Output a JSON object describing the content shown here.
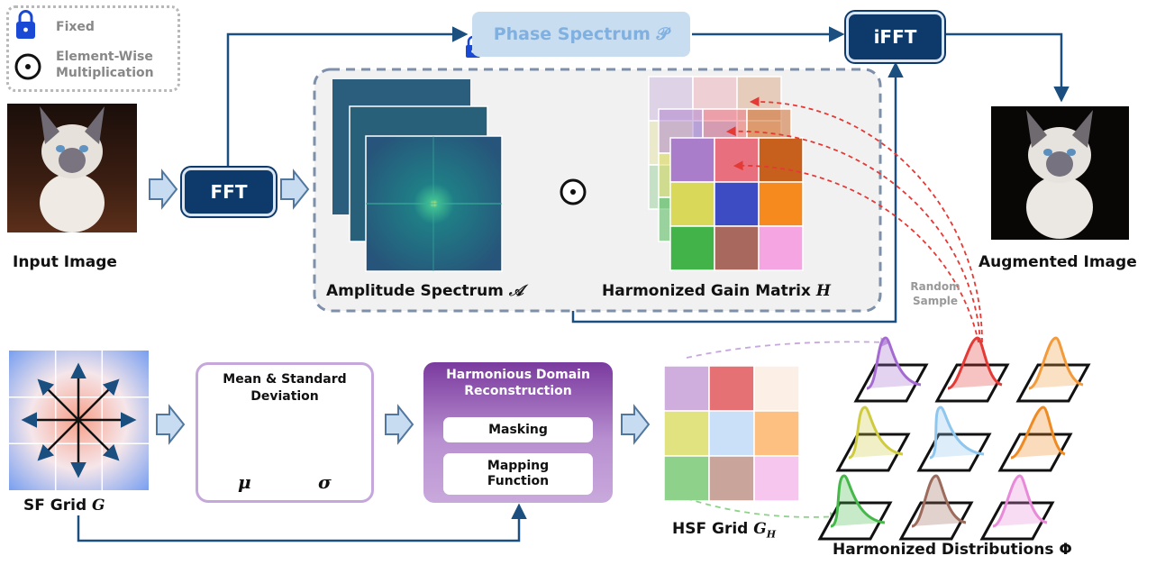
{
  "legend": {
    "fixed_label": "Fixed",
    "mult_label_1": "Element-Wise",
    "mult_label_2": "Multiplication"
  },
  "blocks": {
    "phase_label": "Phase Spectrum 𝒫",
    "fft_label": "FFT",
    "ifft_label": "iFFT",
    "amplitude_label": "Amplitude Spectrum",
    "amplitude_symbol": "𝒜",
    "gain_label": "Harmonized Gain Matrix",
    "gain_symbol": "H",
    "input_label": "Input Image",
    "augmented_label": "Augmented Image",
    "random_sample_1": "Random",
    "random_sample_2": "Sample",
    "sf_grid_label": "SF Grid",
    "sf_grid_symbol": "G",
    "mean_std_1": "Mean & Standard",
    "mean_std_2": "Deviation",
    "mu": "μ",
    "sigma": "σ",
    "hdr_title_1": "Harmonious Domain",
    "hdr_title_2": "Reconstruction",
    "masking": "Masking",
    "mapping_1": "Mapping",
    "mapping_2": "Function",
    "hsf_label": "HSF Grid",
    "hsf_symbol": "G",
    "hsf_sub": "H",
    "distributions_label": "Harmonized Distributions Φ"
  },
  "colors": {
    "navy": "#0d3a6b",
    "arrow_line": "#1a4f80",
    "phase_fill": "#c9ddf1",
    "panel_fill": "#f1f1f1",
    "hdr_purple": "#7a3a9e",
    "random_red": "#e53935"
  },
  "gain_matrix_colors": [
    [
      "#a97dc9",
      "#e8707e",
      "#c8601d"
    ],
    [
      "#d9d858",
      "#3d4cc2",
      "#f78a1f"
    ],
    [
      "#41b349",
      "#a8685e",
      "#f4a5e2"
    ]
  ],
  "hsf_grid_colors": [
    [
      "#cfaede",
      "#e67174",
      "#fcefe6"
    ],
    [
      "#e1e280",
      "#c9e0f8",
      "#fdc080"
    ],
    [
      "#8ed18a",
      "#c9a49a",
      "#f6c6ee"
    ]
  ],
  "distribution_colors": [
    [
      "#a46ad1",
      "#e53935",
      "#f39a3a"
    ],
    [
      "#cfcb3f",
      "#8fc6ee",
      "#ef8a23"
    ],
    [
      "#45b84a",
      "#9c6b5b",
      "#e88ad8"
    ]
  ],
  "icons": [
    "lock-icon",
    "odot-icon",
    "cat-image",
    "spectrum-image",
    "cube-icon",
    "star-arrows-icon"
  ]
}
